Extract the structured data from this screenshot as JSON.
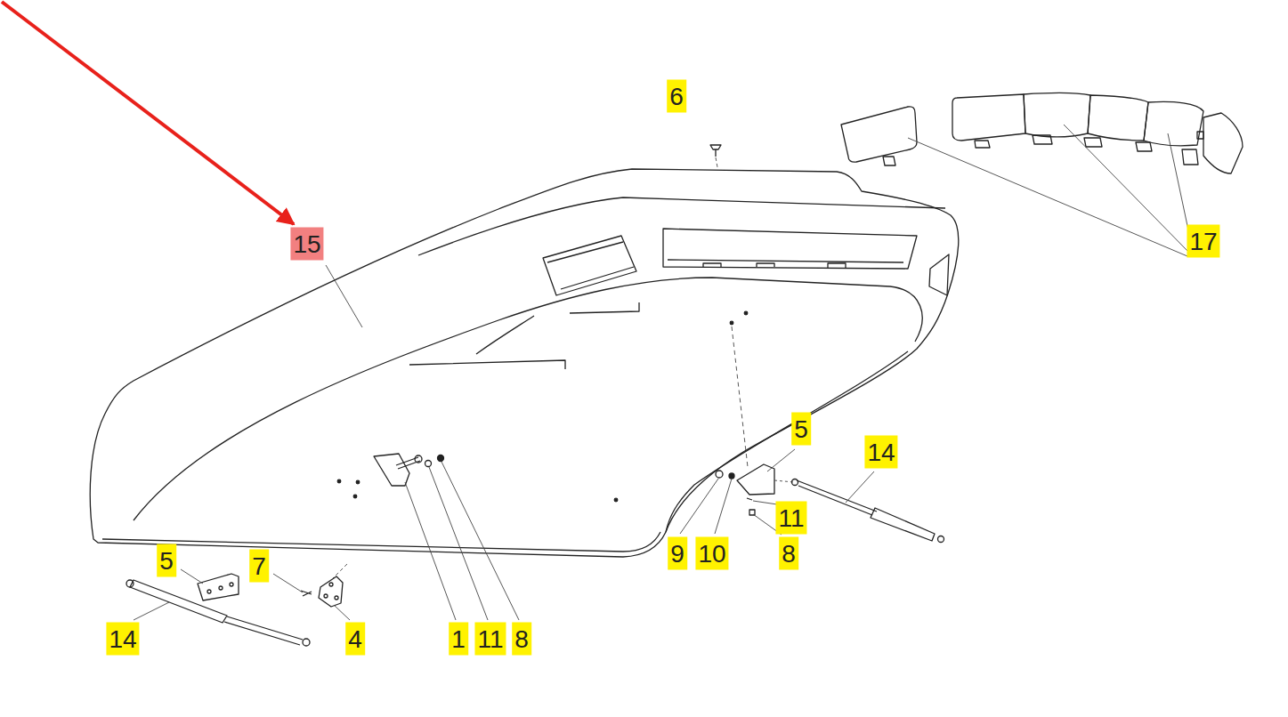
{
  "diagram": {
    "labels": [
      "6",
      "15",
      "17",
      "5",
      "14",
      "11",
      "9",
      "10",
      "8",
      "5",
      "7",
      "14",
      "4",
      "1",
      "11",
      "8"
    ]
  }
}
